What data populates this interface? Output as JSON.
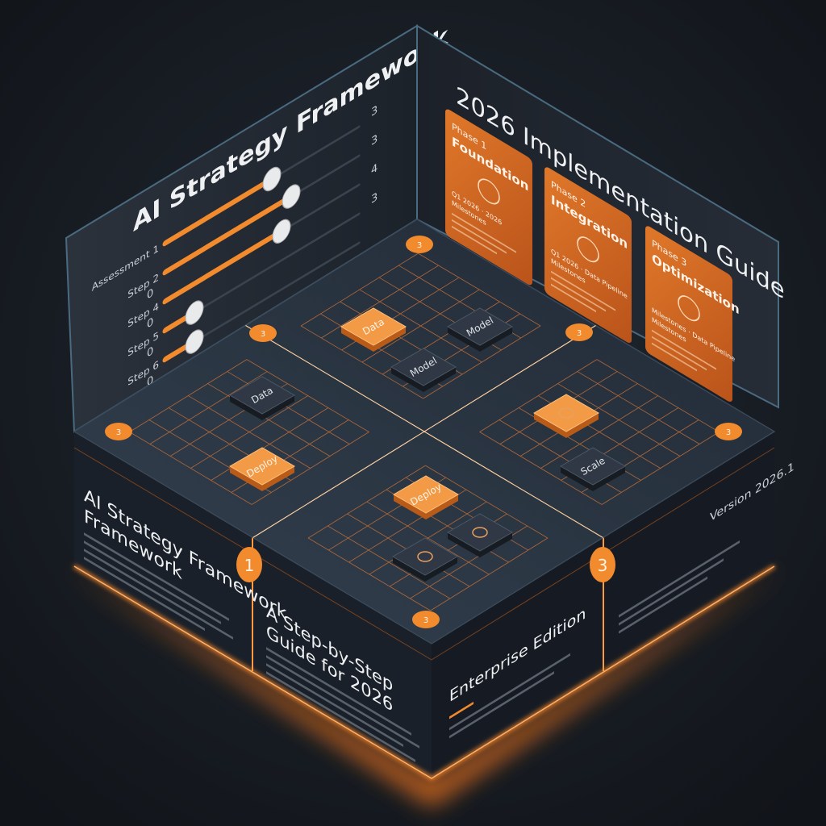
{
  "colors": {
    "accent": "#f28a2e",
    "panel": "#242c36",
    "background": "#15191f"
  },
  "left_wall": {
    "title": "AI Strategy Framework",
    "sliders": [
      {
        "label": "Assessment 1",
        "left_value": "",
        "right_value": "3",
        "fill": 0.55
      },
      {
        "label": "Step 2",
        "left_value": "0",
        "right_value": "3",
        "fill": 0.65
      },
      {
        "label": "Step 4",
        "left_value": "0",
        "right_value": "4",
        "fill": 0.6
      },
      {
        "label": "Step 5",
        "left_value": "0",
        "right_value": "3",
        "fill": 0.15
      },
      {
        "label": "Step 6",
        "left_value": "0",
        "right_value": "",
        "fill": 0.15
      }
    ]
  },
  "right_wall": {
    "title": "2026 Implementation Guide",
    "phases": [
      {
        "phase": "Phase 1",
        "name": "Foundation",
        "line1": "Q1 2026 · 2026",
        "line2": "Milestones"
      },
      {
        "phase": "Phase 2",
        "name": "Integration",
        "line1": "Q1 2026 · Data Pipeline",
        "line2": "Milestones"
      },
      {
        "phase": "Phase 3",
        "name": "Optimization",
        "line1": "Milestones · Data Pipeline",
        "line2": "Milestones"
      }
    ]
  },
  "board": {
    "chips": [
      "Data",
      "Model",
      "Model",
      "Data",
      "Deploy",
      "Scale",
      "Deploy"
    ],
    "badges": [
      "3",
      "3",
      "3",
      "3",
      "3",
      "3"
    ]
  },
  "front": {
    "left_title_1": "AI Strategy Framework",
    "left_title_2": "Framework",
    "badge_1": "1",
    "mid_title_1": "A Step-by-Step",
    "mid_title_2": "Guide for 2026",
    "right_title": "Enterprise Edition",
    "badge_3": "3",
    "version": "Version 2026.1"
  }
}
